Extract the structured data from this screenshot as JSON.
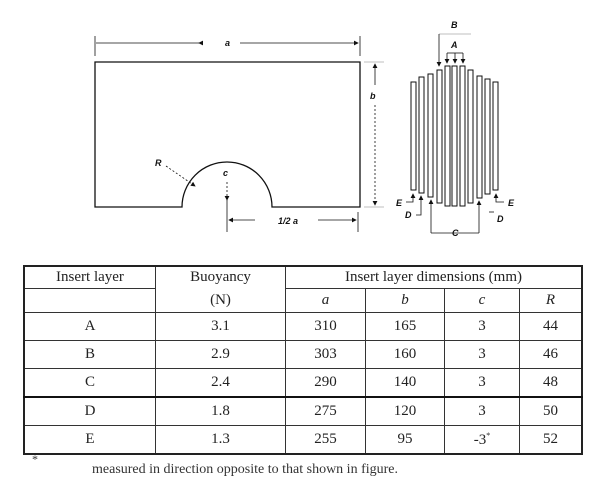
{
  "figure": {
    "labels": {
      "a": "a",
      "b": "b",
      "R": "R",
      "c": "c",
      "half_a": "1/2 a",
      "A": "A",
      "B": "B",
      "C": "C",
      "D_left": "D",
      "D_right": "D",
      "E_left": "E",
      "E_right": "E"
    }
  },
  "table": {
    "headers": {
      "layer": "Insert layer",
      "buoyancy": "Buoyancy",
      "buoyancy_unit": "(N)",
      "dims": "Insert layer dimensions (mm)",
      "a": "a",
      "b": "b",
      "c": "c",
      "R": "R"
    },
    "rows": [
      {
        "layer": "A",
        "buoyancy": "3.1",
        "a": "310",
        "b": "165",
        "c": "3",
        "R": "44"
      },
      {
        "layer": "B",
        "buoyancy": "2.9",
        "a": "303",
        "b": "160",
        "c": "3",
        "R": "46"
      },
      {
        "layer": "C",
        "buoyancy": "2.4",
        "a": "290",
        "b": "140",
        "c": "3",
        "R": "48"
      },
      {
        "layer": "D",
        "buoyancy": "1.8",
        "a": "275",
        "b": "120",
        "c": "3",
        "R": "50"
      },
      {
        "layer": "E",
        "buoyancy": "1.3",
        "a": "255",
        "b": "95",
        "c": "-3",
        "c_mark": "*",
        "R": "52"
      }
    ],
    "footnote_mark": "*",
    "footnote": "measured in direction opposite to that shown in figure."
  }
}
